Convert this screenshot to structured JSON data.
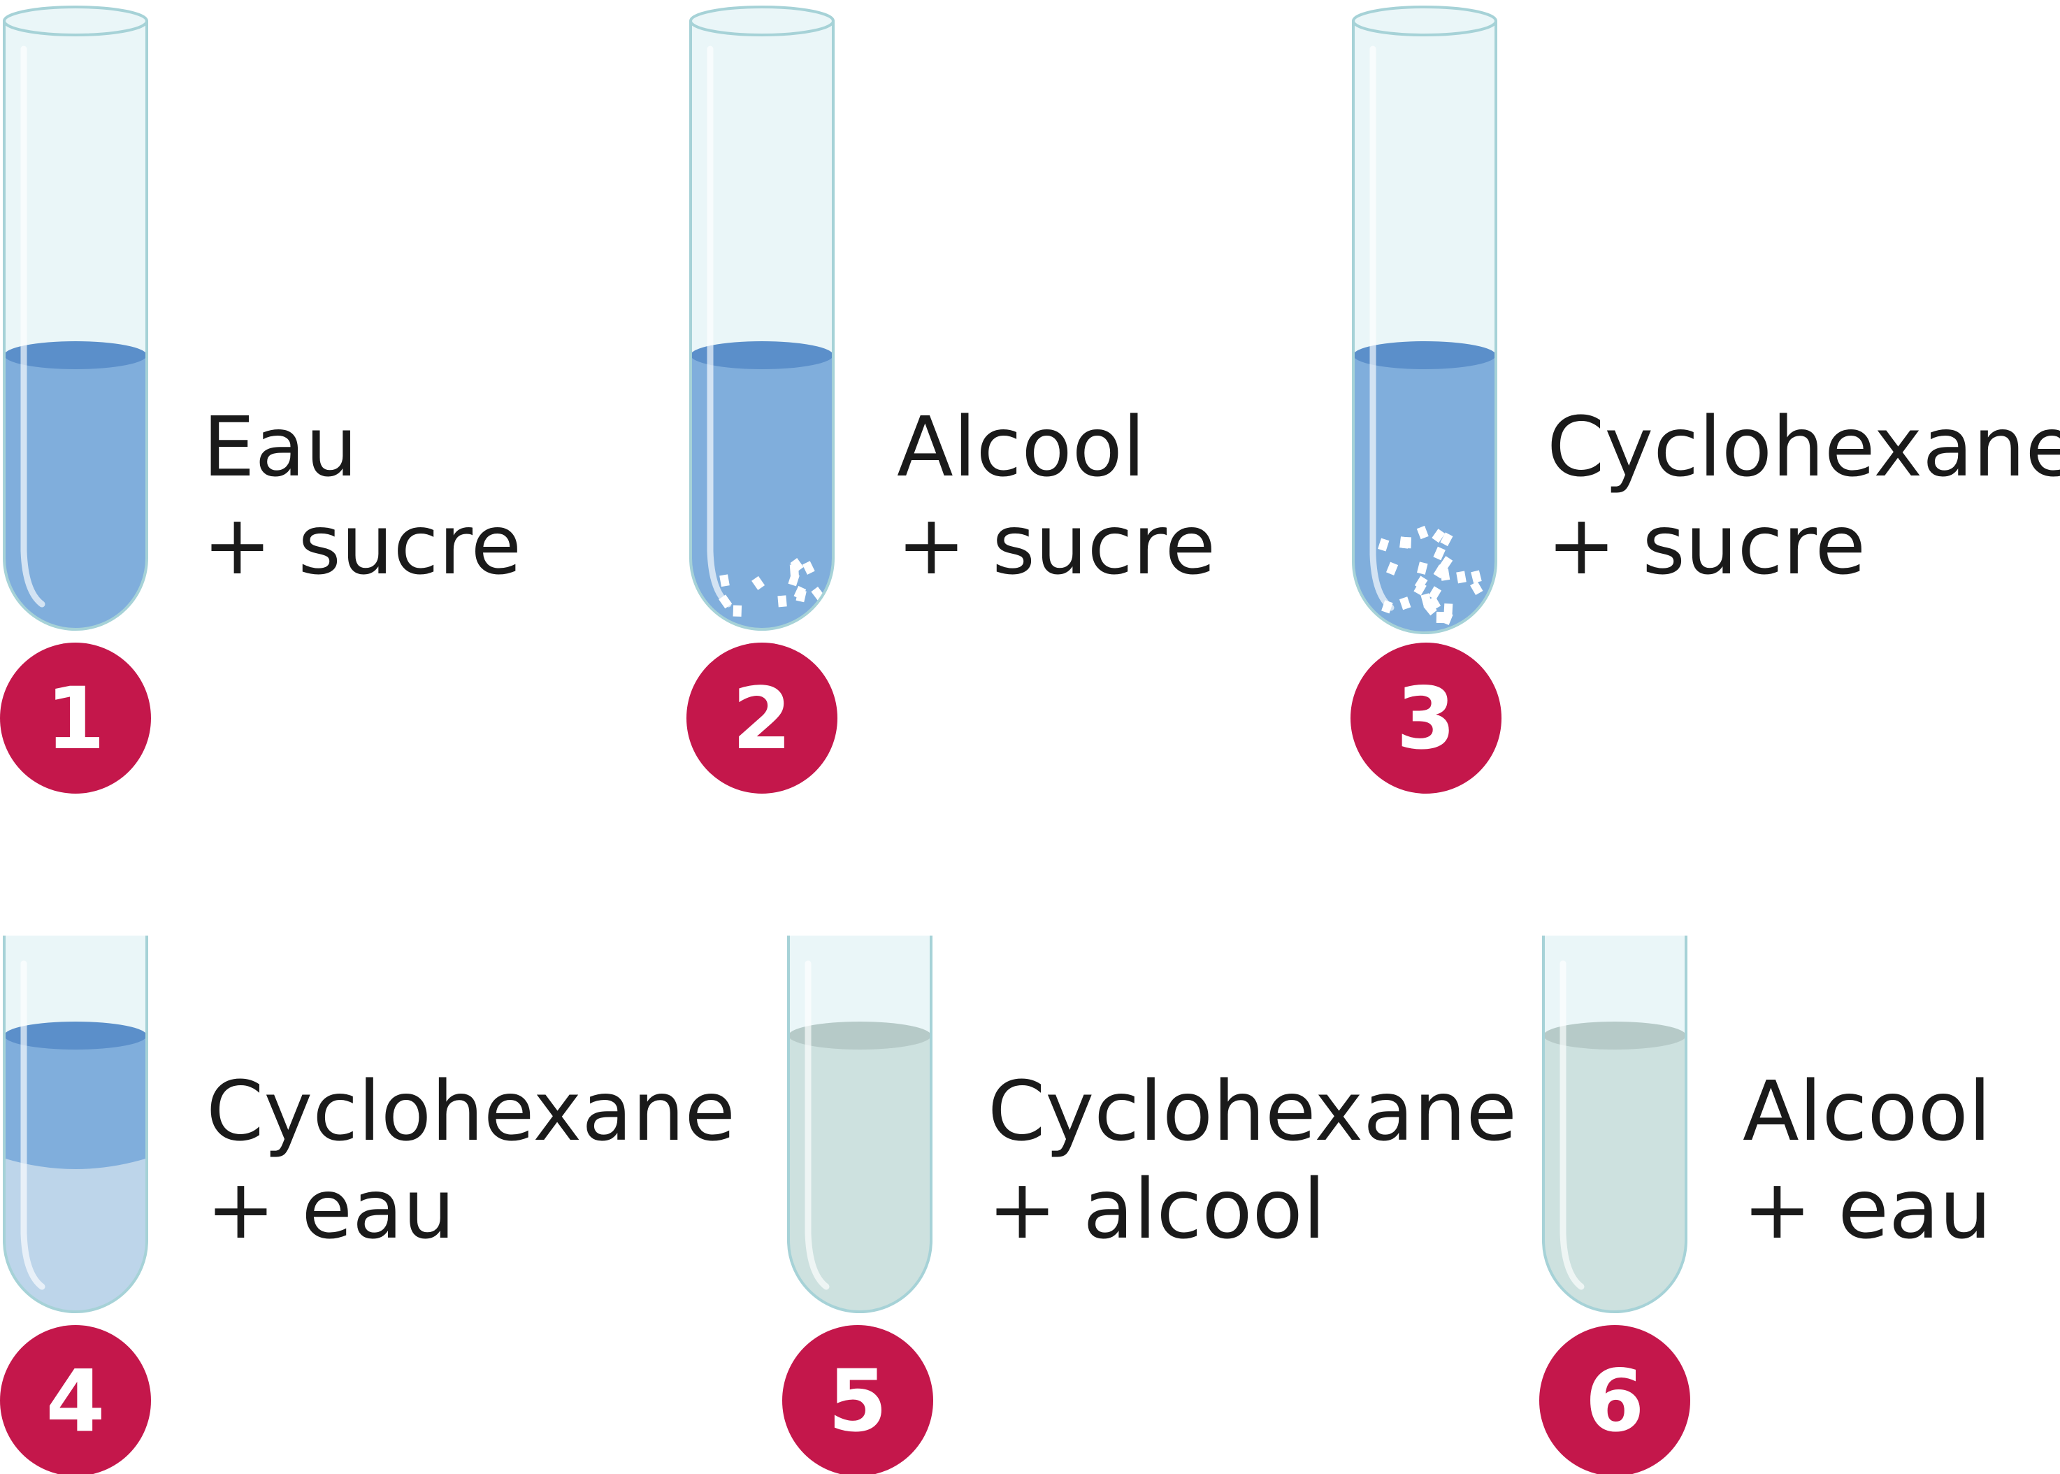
{
  "colors": {
    "glass_fill": "#eaf6f8",
    "glass_stroke": "#a6d2d7",
    "liquid_blue": "#80aedc",
    "liquid_blue_surface": "#5b8fca",
    "liquid_pale_blue": "#bdd5ea",
    "liquid_grey": "#cde1df",
    "liquid_grey_surface": "#b6cac8",
    "badge": "#c4174b",
    "badge_text": "#ffffff",
    "label_text": "#1a1a1a"
  },
  "tubes": [
    {
      "number": "1",
      "line1": "Eau",
      "line2": "+ sucre",
      "contents": "blue",
      "sediment": "none",
      "badge_icon": "number-badge-icon"
    },
    {
      "number": "2",
      "line1": "Alcool",
      "line2": "+ sucre",
      "contents": "blue",
      "sediment": "light",
      "badge_icon": "number-badge-icon"
    },
    {
      "number": "3",
      "line1": "Cyclohexane",
      "line2": "+ sucre",
      "contents": "blue",
      "sediment": "heavy",
      "badge_icon": "number-badge-icon"
    },
    {
      "number": "4",
      "line1": "Cyclohexane",
      "line2": "+ eau",
      "contents": "two-layer",
      "sediment": "none",
      "badge_icon": "number-badge-icon"
    },
    {
      "number": "5",
      "line1": "Cyclohexane",
      "line2": "+ alcool",
      "contents": "grey",
      "sediment": "none",
      "badge_icon": "number-badge-icon"
    },
    {
      "number": "6",
      "line1": "Alcool",
      "line2": "+ eau",
      "contents": "grey",
      "sediment": "none",
      "badge_icon": "number-badge-icon"
    }
  ]
}
